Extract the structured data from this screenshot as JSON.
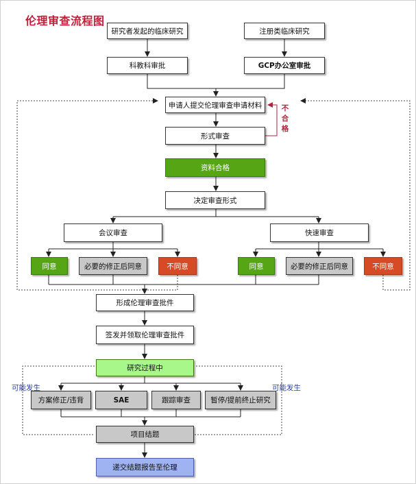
{
  "title": "伦理审查流程图",
  "nodes": {
    "investigator_initiated": "研究者发起的临床研究",
    "registered_trial": "注册类临床研究",
    "research_dept_approval": "科教科审批",
    "gcp_office_approval": "GCP办公室审批",
    "submit_materials": "申请人提交伦理审查申请材料",
    "formal_review": "形式审查",
    "materials_qualified": "资料合格",
    "decide_review_type": "决定审查形式",
    "meeting_review": "会议审查",
    "expedited_review": "快速审查",
    "meeting_agree": "同意",
    "meeting_modify_agree": "必要的修正后同意",
    "meeting_disagree": "不同意",
    "expedited_agree": "同意",
    "expedited_modify_agree": "必要的修正后同意",
    "expedited_disagree": "不同意",
    "form_approval": "形成伦理审查批件",
    "issue_approval": "签发并领取伦理审查批件",
    "study_in_progress": "研究过程中",
    "protocol_amendment": "方案修正/违背",
    "sae": "SAE",
    "tracking_review": "跟踪审查",
    "suspend_terminate": "暂停/提前终止研究",
    "project_closure": "项目结题",
    "submit_final_report": "递交结题报告至伦理"
  },
  "reject_label": "不合格",
  "possible_left": "可能发生",
  "possible_right": "可能发生",
  "colors": {
    "title": "#c21f3a",
    "qualified_green": "#55a515",
    "agree_green": "#55a515",
    "modify_gray": "#c8c8c8",
    "disagree_red": "#d64a25",
    "in_progress_green": "#a7f78a",
    "final_blue": "#9fb2f2",
    "reject_text": "#b3213e",
    "note_text": "#2d3fa8"
  }
}
